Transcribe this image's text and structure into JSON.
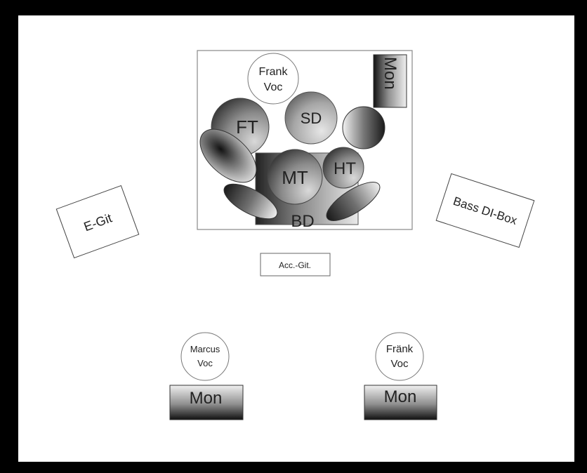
{
  "drum_riser": {
    "mon": "Mon",
    "frank_voc": [
      "Frank",
      "Voc"
    ],
    "ft": "FT",
    "sd": "SD",
    "mt": "MT",
    "ht": "HT",
    "bd": "BD"
  },
  "e_git": "E-Git",
  "bass_di_box": "Bass DI-Box",
  "acc_git": "Acc.-Git.",
  "marcus": {
    "voc": [
      "Marcus",
      "Voc"
    ],
    "mon": "Mon"
  },
  "fraenk": {
    "voc": [
      "Fränk",
      "Voc"
    ],
    "mon": "Mon"
  },
  "colors": {
    "background": "#000000",
    "stage": "#ffffff",
    "drum_dark": "#3a3a3a",
    "drum_light": "#e8e8e8"
  }
}
